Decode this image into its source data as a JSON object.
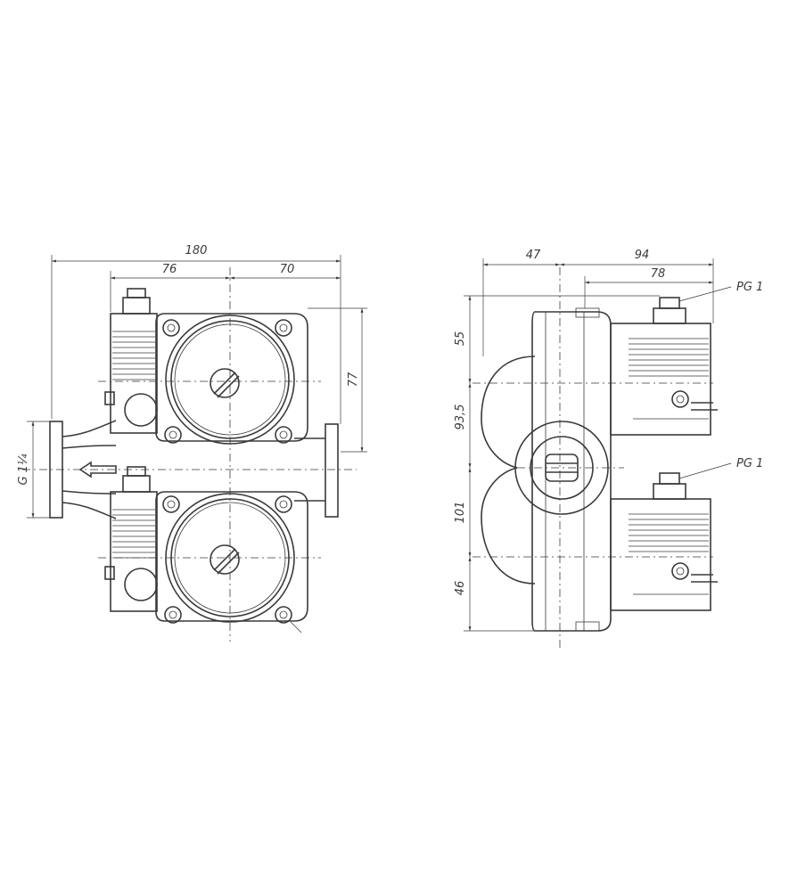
{
  "front_view": {
    "dim_overall_width": "180",
    "dim_left_part": "76",
    "dim_right_part": "70",
    "dim_height": "77",
    "dim_thread": "G 1¼"
  },
  "side_view": {
    "dim_left": "47",
    "dim_right": "94",
    "dim_box": "78",
    "dim_v1": "55",
    "dim_v2": "93,5",
    "dim_v3": "101",
    "dim_v4": "46",
    "cable_gland_top": "PG 1",
    "cable_gland_bottom": "PG 1"
  }
}
